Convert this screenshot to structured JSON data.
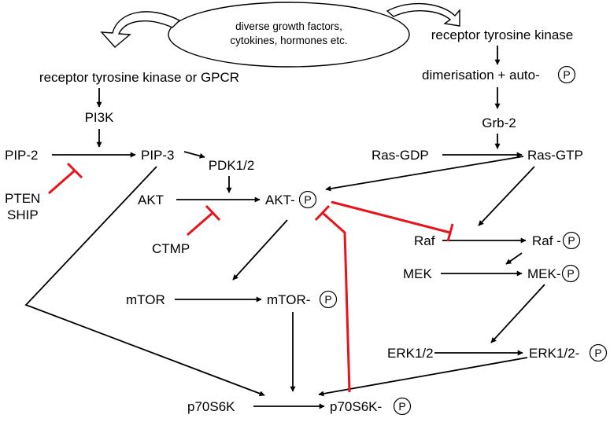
{
  "source": {
    "line1": "diverse growth factors,",
    "line2": "cytokines, hormones etc."
  },
  "phospho_symbol": "P",
  "nodes": {
    "rtk_gpcr": "receptor tyrosine kinase or GPCR",
    "pi3k": "PI3K",
    "pip2": "PIP-2",
    "pip3": "PIP-3",
    "pdk12": "PDK1/2",
    "pten": "PTEN",
    "ship": "SHIP",
    "akt": "AKT",
    "akt_p": "AKT-",
    "ctmp": "CTMP",
    "mtor": "mTOR",
    "mtor_p": "mTOR-",
    "p70s6k": "p70S6K",
    "p70s6k_p": "p70S6K-",
    "rtk": "receptor tyrosine kinase",
    "dimer": "dimerisation + auto-",
    "grb2": "Grb-2",
    "ras_gdp": "Ras-GDP",
    "ras_gtp": "Ras-GTP",
    "raf": "Raf",
    "raf_p": "Raf -",
    "mek": "MEK",
    "mek_p": "MEK-",
    "erk": "ERK1/2",
    "erk_p": "ERK1/2-"
  }
}
